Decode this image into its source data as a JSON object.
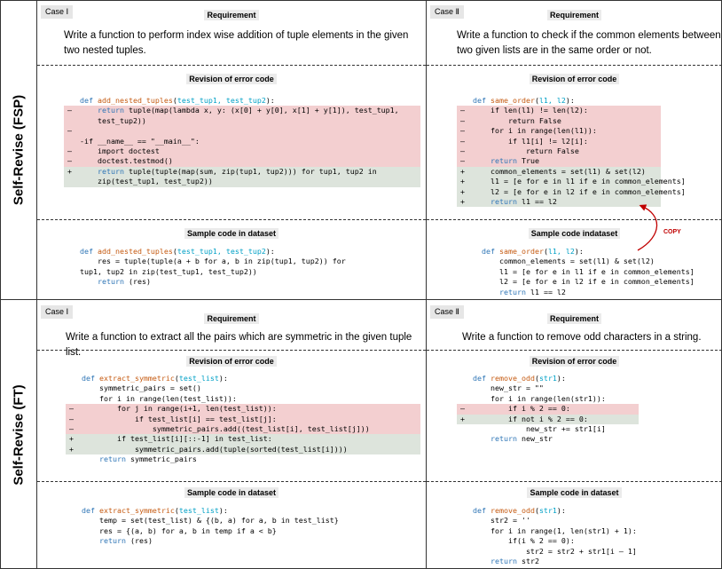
{
  "rows": [
    {
      "label": "Self-Revise (FSP)",
      "panels": [
        {
          "case_label": "Case Ⅰ",
          "requirement_title": "Requirement",
          "requirement_lines": [
            "Write a function to perform index wise addition of tuple elements in the given",
            "two nested tuples."
          ],
          "revision_title": "Revision of error code",
          "revision_code": [
            {
              "type": "ctx",
              "marker": "",
              "segs": [
                [
                  "kw",
                  "def "
                ],
                [
                  "fn",
                  "add_nested_tuples"
                ],
                [
                  "",
                  "("
                ],
                [
                  "pm",
                  "test_tup1, test_tup2"
                ],
                [
                  "",
                  "):"
                ]
              ]
            },
            {
              "type": "del",
              "marker": "–",
              "segs": [
                [
                  "",
                  "    "
                ],
                [
                  "kw",
                  "return"
                ],
                [
                  "",
                  " tuple(map(lambda x, y: (x[0] + y[0], x[1] + y[1]), test_tup1,"
                ]
              ]
            },
            {
              "type": "del",
              "marker": "",
              "segs": [
                [
                  "",
                  "    test_tup2))"
                ]
              ]
            },
            {
              "type": "del",
              "marker": "–",
              "segs": [
                [
                  "",
                  ""
                ]
              ]
            },
            {
              "type": "del",
              "marker": "",
              "segs": [
                [
                  "",
                  "-if __name__ == \"__main__\":"
                ]
              ]
            },
            {
              "type": "del",
              "marker": "–",
              "segs": [
                [
                  "",
                  "    import doctest"
                ]
              ]
            },
            {
              "type": "del",
              "marker": "–",
              "segs": [
                [
                  "",
                  "    doctest.testmod()"
                ]
              ]
            },
            {
              "type": "add",
              "marker": "+",
              "segs": [
                [
                  "",
                  "    "
                ],
                [
                  "kw",
                  "return"
                ],
                [
                  "",
                  " tuple(tuple(map(sum, zip(tup1, tup2))) for tup1, tup2 in"
                ]
              ]
            },
            {
              "type": "add",
              "marker": "",
              "segs": [
                [
                  "",
                  "    zip(test_tup1, test_tup2))"
                ]
              ]
            }
          ],
          "sample_title": "Sample code in dataset",
          "sample_code": [
            {
              "type": "ctx",
              "marker": "",
              "segs": [
                [
                  "kw",
                  "def "
                ],
                [
                  "fn",
                  "add_nested_tuples"
                ],
                [
                  "",
                  "("
                ],
                [
                  "pm",
                  "test_tup1, test_tup2"
                ],
                [
                  "",
                  "):"
                ]
              ]
            },
            {
              "type": "ctx",
              "marker": "",
              "segs": [
                [
                  "",
                  "    res = tuple(tuple(a + b for a, b in zip(tup1, tup2)) for"
                ]
              ]
            },
            {
              "type": "ctx",
              "marker": "",
              "segs": [
                [
                  "",
                  "tup1, tup2 in zip(test_tup1, test_tup2))"
                ]
              ]
            },
            {
              "type": "ctx",
              "marker": "",
              "segs": [
                [
                  "",
                  "    "
                ],
                [
                  "kw",
                  "return"
                ],
                [
                  "",
                  " (res)"
                ]
              ]
            }
          ]
        },
        {
          "case_label": "Case Ⅱ",
          "requirement_title": "Requirement",
          "requirement_lines": [
            "Write a function to check if the common elements between",
            "two given lists are in the same order or not."
          ],
          "revision_title": "Revision of error code",
          "revision_code": [
            {
              "type": "ctx",
              "marker": "",
              "segs": [
                [
                  "kw",
                  "def "
                ],
                [
                  "fn",
                  "same_order"
                ],
                [
                  "",
                  "("
                ],
                [
                  "pm",
                  "l1, l2"
                ],
                [
                  "",
                  "):"
                ]
              ]
            },
            {
              "type": "del",
              "marker": "–",
              "segs": [
                [
                  "",
                  "    if len(l1) != len(l2):"
                ]
              ]
            },
            {
              "type": "del",
              "marker": "–",
              "segs": [
                [
                  "",
                  "        return False"
                ]
              ]
            },
            {
              "type": "del",
              "marker": "–",
              "segs": [
                [
                  "",
                  "    for i in range(len(l1)):"
                ]
              ]
            },
            {
              "type": "del",
              "marker": "–",
              "segs": [
                [
                  "",
                  "        if l1[i] != l2[i]:"
                ]
              ]
            },
            {
              "type": "del",
              "marker": "–",
              "segs": [
                [
                  "",
                  "            return False"
                ]
              ]
            },
            {
              "type": "del",
              "marker": "–",
              "segs": [
                [
                  "",
                  "    "
                ],
                [
                  "kw",
                  "return"
                ],
                [
                  "",
                  " True"
                ]
              ]
            },
            {
              "type": "add",
              "marker": "+",
              "segs": [
                [
                  "",
                  "    common_elements = set(l1) & set(l2)"
                ]
              ]
            },
            {
              "type": "add",
              "marker": "+",
              "segs": [
                [
                  "",
                  "    l1 = [e for e in l1 if e in common_elements]"
                ]
              ]
            },
            {
              "type": "add",
              "marker": "+",
              "segs": [
                [
                  "",
                  "    l2 = [e for e in l2 if e in common_elements]"
                ]
              ]
            },
            {
              "type": "add",
              "marker": "+",
              "segs": [
                [
                  "",
                  "    "
                ],
                [
                  "kw",
                  "return"
                ],
                [
                  "",
                  " l1 == l2"
                ]
              ]
            }
          ],
          "sample_title": "Sample code indataset",
          "sample_code": [
            {
              "type": "ctx",
              "marker": "",
              "segs": [
                [
                  "kw",
                  "def "
                ],
                [
                  "fn",
                  "same_order"
                ],
                [
                  "",
                  "("
                ],
                [
                  "pm",
                  "l1, l2"
                ],
                [
                  "",
                  "):"
                ]
              ]
            },
            {
              "type": "ctx",
              "marker": "",
              "segs": [
                [
                  "",
                  "    common_elements = set(l1) & set(l2)"
                ]
              ]
            },
            {
              "type": "ctx",
              "marker": "",
              "segs": [
                [
                  "",
                  "    l1 = [e for e in l1 if e in common_elements]"
                ]
              ]
            },
            {
              "type": "ctx",
              "marker": "",
              "segs": [
                [
                  "",
                  "    l2 = [e for e in l2 if e in common_elements]"
                ]
              ]
            },
            {
              "type": "ctx",
              "marker": "",
              "segs": [
                [
                  "",
                  "    "
                ],
                [
                  "kw",
                  "return"
                ],
                [
                  "",
                  " l1 == l2"
                ]
              ]
            }
          ],
          "copy_label": "COPY"
        }
      ]
    },
    {
      "label": "Self-Revise (FT)",
      "panels": [
        {
          "case_label": "Case Ⅰ",
          "requirement_title": "Requirement",
          "requirement_lines": [
            "Write a function to extract all the pairs which are symmetric in the given tuple list."
          ],
          "revision_title": "Revision of error code",
          "revision_code": [
            {
              "type": "ctx",
              "marker": "",
              "segs": [
                [
                  "kw",
                  "def "
                ],
                [
                  "fn",
                  "extract_symmetric"
                ],
                [
                  "",
                  "("
                ],
                [
                  "pm",
                  "test_list"
                ],
                [
                  "",
                  "):"
                ]
              ]
            },
            {
              "type": "ctx",
              "marker": "",
              "segs": [
                [
                  "",
                  "    symmetric_pairs = set()"
                ]
              ]
            },
            {
              "type": "ctx",
              "marker": "",
              "segs": [
                [
                  "",
                  "    for i in range(len(test_list)):"
                ]
              ]
            },
            {
              "type": "del",
              "marker": "–",
              "segs": [
                [
                  "",
                  "        for j in range(i+1, len(test_list)):"
                ]
              ]
            },
            {
              "type": "del",
              "marker": "–",
              "segs": [
                [
                  "",
                  "            if test_list[i] == test_list[j]:"
                ]
              ]
            },
            {
              "type": "del",
              "marker": "–",
              "segs": [
                [
                  "",
                  "                symmetric_pairs.add((test_list[i], test_list[j]))"
                ]
              ]
            },
            {
              "type": "add",
              "marker": "+",
              "segs": [
                [
                  "",
                  "        if test_list[i][::-1] in test_list:"
                ]
              ]
            },
            {
              "type": "add",
              "marker": "+",
              "segs": [
                [
                  "",
                  "            symmetric_pairs.add(tuple(sorted(test_list[i])))"
                ]
              ]
            },
            {
              "type": "ctx",
              "marker": "",
              "segs": [
                [
                  "",
                  "    "
                ],
                [
                  "kw",
                  "return"
                ],
                [
                  "",
                  " symmetric_pairs"
                ]
              ]
            }
          ],
          "sample_title": "Sample code in dataset",
          "sample_code": [
            {
              "type": "ctx",
              "marker": "",
              "segs": [
                [
                  "kw",
                  "def "
                ],
                [
                  "fn",
                  "extract_symmetric"
                ],
                [
                  "",
                  "("
                ],
                [
                  "pm",
                  "test_list"
                ],
                [
                  "",
                  "):"
                ]
              ]
            },
            {
              "type": "ctx",
              "marker": "",
              "segs": [
                [
                  "",
                  "    temp = set(test_list) & {(b, a) for a, b in test_list}"
                ]
              ]
            },
            {
              "type": "ctx",
              "marker": "",
              "segs": [
                [
                  "",
                  "    res = {(a, b) for a, b in temp if a < b}"
                ]
              ]
            },
            {
              "type": "ctx",
              "marker": "",
              "segs": [
                [
                  "",
                  "    "
                ],
                [
                  "kw",
                  "return"
                ],
                [
                  "",
                  " (res)"
                ]
              ]
            }
          ]
        },
        {
          "case_label": "Case Ⅱ",
          "requirement_title": "Requirement",
          "requirement_lines": [
            "Write a function to remove odd characters in a string."
          ],
          "revision_title": "Revision of error code",
          "revision_code": [
            {
              "type": "ctx",
              "marker": "",
              "segs": [
                [
                  "kw",
                  "def "
                ],
                [
                  "fn",
                  "remove_odd"
                ],
                [
                  "",
                  "("
                ],
                [
                  "pm",
                  "str1"
                ],
                [
                  "",
                  "):"
                ]
              ]
            },
            {
              "type": "ctx",
              "marker": "",
              "segs": [
                [
                  "",
                  "    new_str = \"\""
                ]
              ]
            },
            {
              "type": "ctx",
              "marker": "",
              "segs": [
                [
                  "",
                  "    for i in range(len(str1)):"
                ]
              ]
            },
            {
              "type": "del",
              "marker": "–",
              "segs": [
                [
                  "",
                  "        if i % 2 == 0:"
                ]
              ]
            },
            {
              "type": "add",
              "marker": "+",
              "segs": [
                [
                  "",
                  "        if not i % 2 == 0:"
                ]
              ]
            },
            {
              "type": "ctx",
              "marker": "",
              "segs": [
                [
                  "",
                  "            new_str += str1[i]"
                ]
              ]
            },
            {
              "type": "ctx",
              "marker": "",
              "segs": [
                [
                  "",
                  "    "
                ],
                [
                  "kw",
                  "return"
                ],
                [
                  "",
                  " new_str"
                ]
              ]
            }
          ],
          "sample_title": "Sample code in dataset",
          "sample_code": [
            {
              "type": "ctx",
              "marker": "",
              "segs": [
                [
                  "kw",
                  "def "
                ],
                [
                  "fn",
                  "remove_odd"
                ],
                [
                  "",
                  "("
                ],
                [
                  "pm",
                  "str1"
                ],
                [
                  "",
                  "):"
                ]
              ]
            },
            {
              "type": "ctx",
              "marker": "",
              "segs": [
                [
                  "",
                  "    str2 = ''"
                ]
              ]
            },
            {
              "type": "ctx",
              "marker": "",
              "segs": [
                [
                  "",
                  "    for i in range(1, len(str1) + 1):"
                ]
              ]
            },
            {
              "type": "ctx",
              "marker": "",
              "segs": [
                [
                  "",
                  "        if(i % 2 == 0):"
                ]
              ]
            },
            {
              "type": "ctx",
              "marker": "",
              "segs": [
                [
                  "",
                  "            str2 = str2 + str1[i – 1]"
                ]
              ]
            },
            {
              "type": "ctx",
              "marker": "",
              "segs": [
                [
                  "",
                  "    "
                ],
                [
                  "kw",
                  "return"
                ],
                [
                  "",
                  " str2"
                ]
              ]
            }
          ]
        }
      ]
    }
  ]
}
